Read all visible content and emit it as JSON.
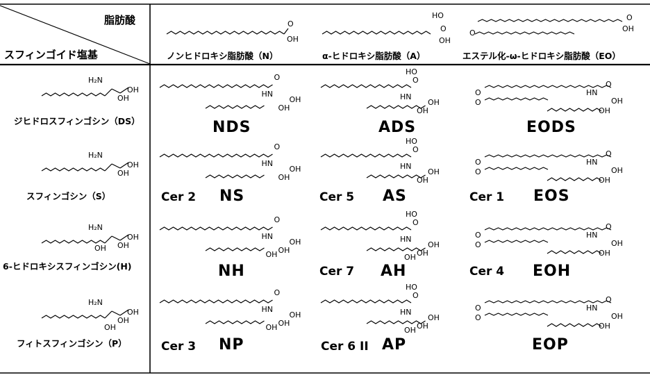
{
  "header": {
    "fatty_acid": "脂肪酸",
    "sphingoid_base": "スフィンゴイド塩基"
  },
  "fatty_acids": [
    {
      "name": "ノンヒドロキシ脂肪酸（N）"
    },
    {
      "name": "α-ヒドロキシ脂肪酸（A）"
    },
    {
      "name": "エステル化-ω-ヒドロキシ脂肪酸（EO）"
    }
  ],
  "bases": [
    {
      "name": "ジヒドロスフィンゴシン（DS）"
    },
    {
      "name": "スフィンゴシン（S）"
    },
    {
      "name": "6-ヒドロキシスフィンゴシン(H)"
    },
    {
      "name": "フィトスフィンゴシン（P）"
    }
  ],
  "ceramides": [
    [
      {
        "code": "NDS",
        "cer": ""
      },
      {
        "code": "ADS",
        "cer": ""
      },
      {
        "code": "EODS",
        "cer": ""
      }
    ],
    [
      {
        "code": "NS",
        "cer": "Cer 2"
      },
      {
        "code": "AS",
        "cer": "Cer 5"
      },
      {
        "code": "EOS",
        "cer": "Cer 1"
      }
    ],
    [
      {
        "code": "NH",
        "cer": ""
      },
      {
        "code": "AH",
        "cer": "Cer 7"
      },
      {
        "code": "EOH",
        "cer": "Cer 4"
      }
    ],
    [
      {
        "code": "NP",
        "cer": "Cer 3"
      },
      {
        "code": "AP",
        "cer": "Cer 6 II"
      },
      {
        "code": "EOP",
        "cer": ""
      }
    ]
  ],
  "atoms": {
    "OH": "OH",
    "O": "O",
    "HO": "HO",
    "HN": "HN",
    "H2N": "H₂N"
  }
}
